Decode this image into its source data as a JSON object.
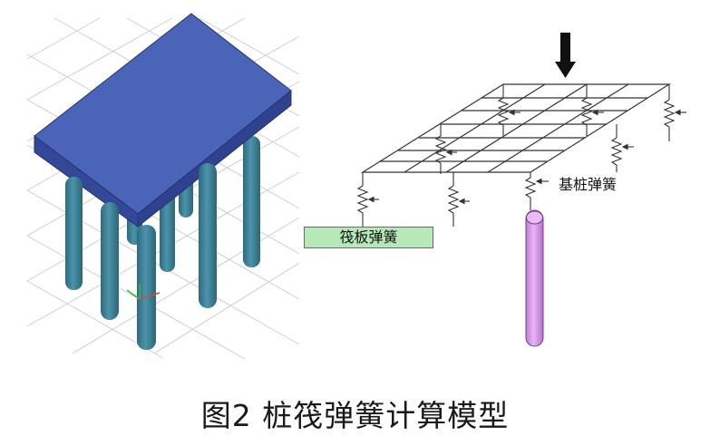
{
  "figure": {
    "caption": "图2  桩筏弹簧计算模型"
  },
  "spring_model": {
    "raft_spring_label": "筏板弹簧",
    "pile_spring_label": "基桩弹簧"
  },
  "colors": {
    "raft": "#3f56a8",
    "raft_top": "#4a64b8",
    "pile": "#3b7f95",
    "pile_highlight": "#d49be8",
    "raft_label_bg": "#b7e8b8",
    "grid": "#c8c8c8"
  }
}
